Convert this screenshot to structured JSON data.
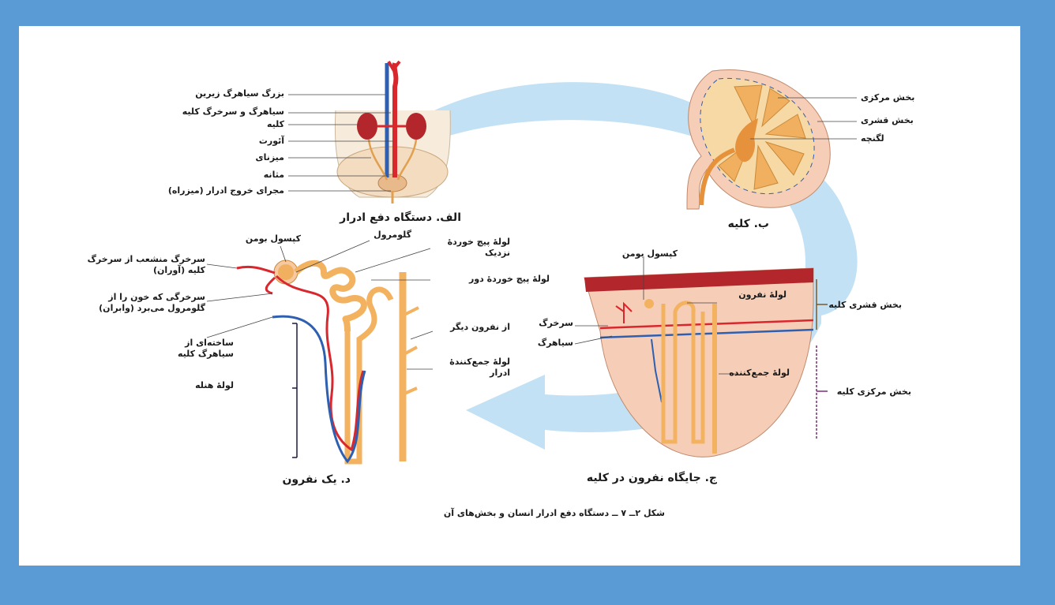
{
  "figure_caption": "شکل ۲ــ ۷ ــ دستگاه دفع ادرار انسان و بخش‌های آن",
  "panels": {
    "a": {
      "caption": "الف. دستگاه دفع ادرار",
      "labels": [
        "بزرگ سیاهرگ زیرین",
        "سیاهرگ و سرخرگ کلیه",
        "کلیه",
        "آئورت",
        "میزنای",
        "مثانه",
        "مجرای خروج ادرار (میزراه)"
      ]
    },
    "b": {
      "caption": "ب. کلیه",
      "labels": [
        "بخش مرکزی",
        "بخش قشری",
        "لگنچه"
      ]
    },
    "c": {
      "caption": "ج. جایگاه نفرون در کلیه",
      "labels": {
        "bowman": "کپسول بومن",
        "tubule": "لولهٔ نفرون",
        "artery": "سرخرگ",
        "vein": "سیاهرگ",
        "collecting": "لولهٔ جمع‌کننده",
        "cortex": "بخش قشری کلیه",
        "medulla": "بخش مرکزی کلیه"
      }
    },
    "d": {
      "caption": "د. یک نفرون",
      "labels": {
        "bowman": "کپسول بومن",
        "glomerulus": "گلومرول",
        "proximal": "لولهٔ پیچ خوردهٔ نزدیک",
        "distal": "لولهٔ پیچ خوردهٔ دور",
        "afferent": "سرخرگ منشعب از سرخرگ کلیه (آوران)",
        "efferent": "سرخرگی که خون را از گلومرول می‌برد (وابران)",
        "other_nephron": "از نفرون دیگر",
        "vein_structure": "ساخته‌ای از سیاهرگ کلیه",
        "collecting": "لولهٔ جمع‌کنندهٔ ادرار",
        "loop": "لولهٔ هنله"
      }
    }
  },
  "colors": {
    "frame": "#5b9bd5",
    "arrow": "#a8d4ee",
    "artery": "#d9272e",
    "vein": "#2f5fb0",
    "tubule": "#f3b25f",
    "tissue": "#f6cdb7"
  }
}
